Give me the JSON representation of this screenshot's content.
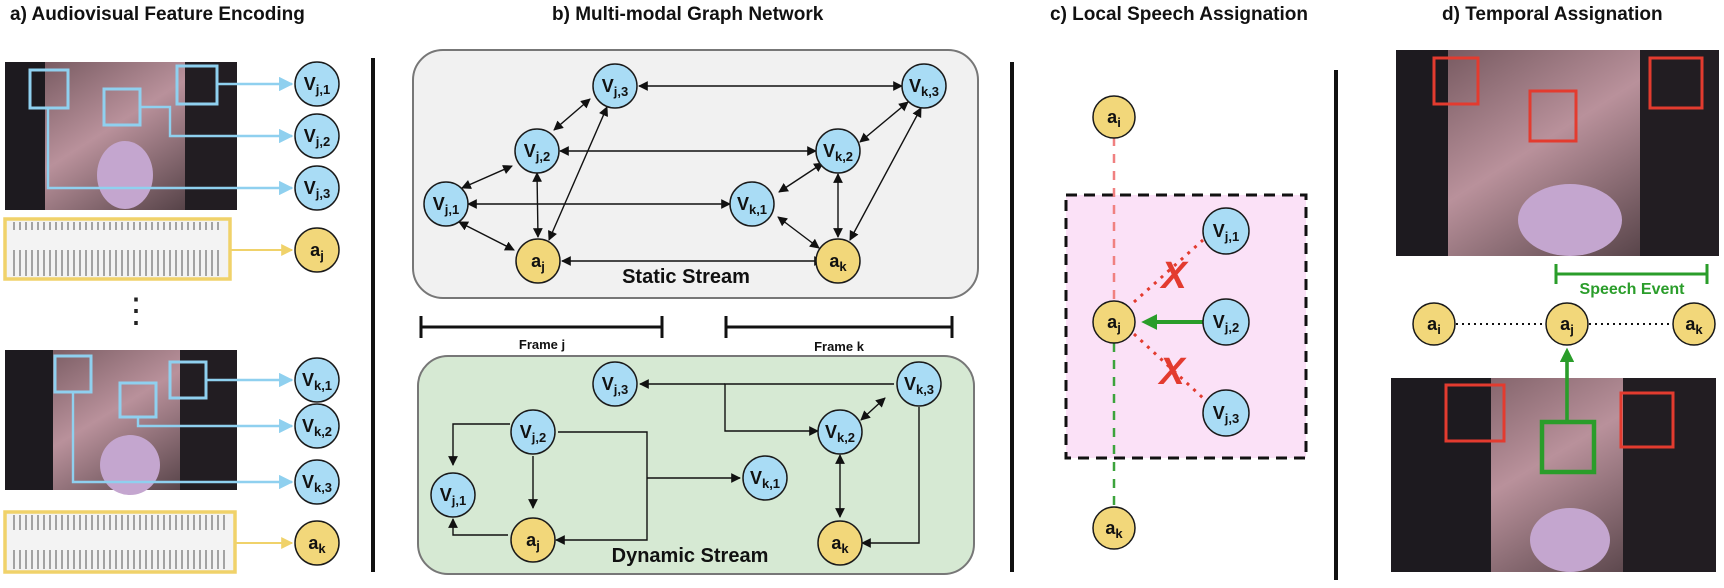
{
  "titles": {
    "a": "a) Audiovisual Feature Encoding",
    "b": "b)  Multi-modal Graph Network",
    "c": "c) Local Speech Assignation",
    "d": "d) Temporal Assignation"
  },
  "panel_a": {
    "dots": "⋮",
    "nodes": [
      {
        "main": "V",
        "sub": "j,1"
      },
      {
        "main": "V",
        "sub": "j,2"
      },
      {
        "main": "V",
        "sub": "j,3"
      },
      {
        "main": "a",
        "sub": "j"
      },
      {
        "main": "V",
        "sub": "k,1"
      },
      {
        "main": "V",
        "sub": "k,2"
      },
      {
        "main": "V",
        "sub": "k,3"
      },
      {
        "main": "a",
        "sub": "k"
      }
    ]
  },
  "panel_b": {
    "static_label": "Static Stream",
    "dynamic_label": "Dynamic Stream",
    "frame_j": "Frame j",
    "frame_k": "Frame k",
    "static_nodes": [
      {
        "main": "V",
        "sub": "j,3"
      },
      {
        "main": "V",
        "sub": "j,2"
      },
      {
        "main": "V",
        "sub": "j,1"
      },
      {
        "main": "a",
        "sub": "j"
      },
      {
        "main": "V",
        "sub": "k,3"
      },
      {
        "main": "V",
        "sub": "k,2"
      },
      {
        "main": "V",
        "sub": "k,1"
      },
      {
        "main": "a",
        "sub": "k"
      }
    ],
    "dynamic_nodes": [
      {
        "main": "V",
        "sub": "j,3"
      },
      {
        "main": "V",
        "sub": "j,2"
      },
      {
        "main": "V",
        "sub": "j,1"
      },
      {
        "main": "a",
        "sub": "j"
      },
      {
        "main": "V",
        "sub": "k,3"
      },
      {
        "main": "V",
        "sub": "k,2"
      },
      {
        "main": "V",
        "sub": "k,1"
      },
      {
        "main": "a",
        "sub": "k"
      }
    ]
  },
  "panel_c": {
    "nodes": [
      {
        "main": "a",
        "sub": "i"
      },
      {
        "main": "a",
        "sub": "j"
      },
      {
        "main": "a",
        "sub": "k"
      },
      {
        "main": "V",
        "sub": "j,1"
      },
      {
        "main": "V",
        "sub": "j,2"
      },
      {
        "main": "V",
        "sub": "j,3"
      }
    ],
    "cross": "X"
  },
  "panel_d": {
    "speech_event": "Speech Event",
    "nodes": [
      {
        "main": "a",
        "sub": "i"
      },
      {
        "main": "a",
        "sub": "j"
      },
      {
        "main": "a",
        "sub": "k"
      }
    ]
  },
  "colors": {
    "visual_node": "#a9dcf5",
    "audio_node": "#f2d77a",
    "static_bg": "#f1f1f1",
    "dynamic_bg": "#d6e9d3",
    "assign_bg": "#fbe1f7",
    "red": "#e33b2f",
    "green": "#2a9d2a"
  }
}
